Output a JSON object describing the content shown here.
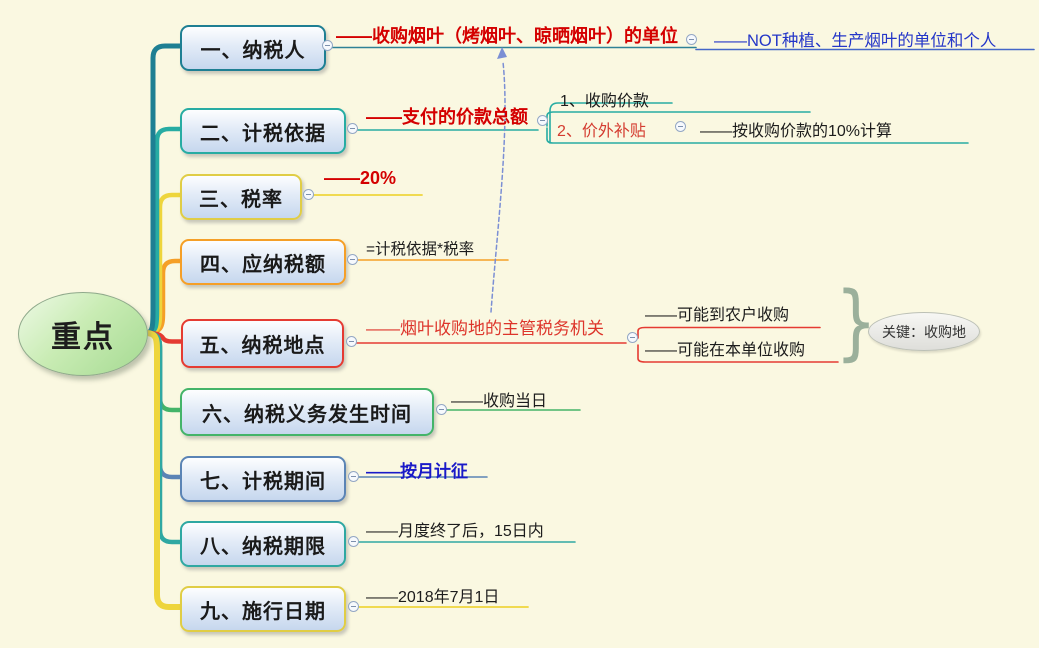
{
  "root": {
    "label": "重点"
  },
  "branches": [
    {
      "label": "一、纳税人",
      "color": "#1E7F93",
      "note": "——收购烟叶（烤烟叶、晾晒烟叶）的单位",
      "sub": "——NOT种植、生产烟叶的单位和个人"
    },
    {
      "label": "二、计税依据",
      "color": "#27ACA3",
      "note": "——支付的价款总额",
      "children": [
        {
          "text": "1、收购价款"
        },
        {
          "text": "2、价外补贴",
          "note": "——按收购价款的10%计算"
        }
      ]
    },
    {
      "label": "三、税率",
      "color": "#E0CD45",
      "note": "——20%"
    },
    {
      "label": "四、应纳税额",
      "color": "#F59F27",
      "note": "=计税依据*税率"
    },
    {
      "label": "五、纳税地点",
      "color": "#E53B32",
      "note": "——烟叶收购地的主管税务机关",
      "children": [
        {
          "text": "——可能到农户收购"
        },
        {
          "text": "——可能在本单位收购"
        }
      ],
      "callout": "关键：收购地"
    },
    {
      "label": "六、纳税义务发生时间",
      "color": "#44B469",
      "note": "——收购当日"
    },
    {
      "label": "七、计税期间",
      "color": "#5B84B5",
      "note": "——按月计征"
    },
    {
      "label": "八、纳税期限",
      "color": "#2FA8A2",
      "note": "——月度终了后，15日内"
    },
    {
      "label": "九、施行日期",
      "color": "#E0CD45",
      "note": "——2018年7月1日"
    }
  ],
  "palette": {
    "background": "#FAF8E1",
    "node_fill_top": "#FDFEFF",
    "node_fill_bottom": "#C6D7EE",
    "red_text": "#D40000",
    "blue_text": "#2436C8",
    "relation_line": "#7B8FD4",
    "callout_fill": "#E2E2DC"
  }
}
